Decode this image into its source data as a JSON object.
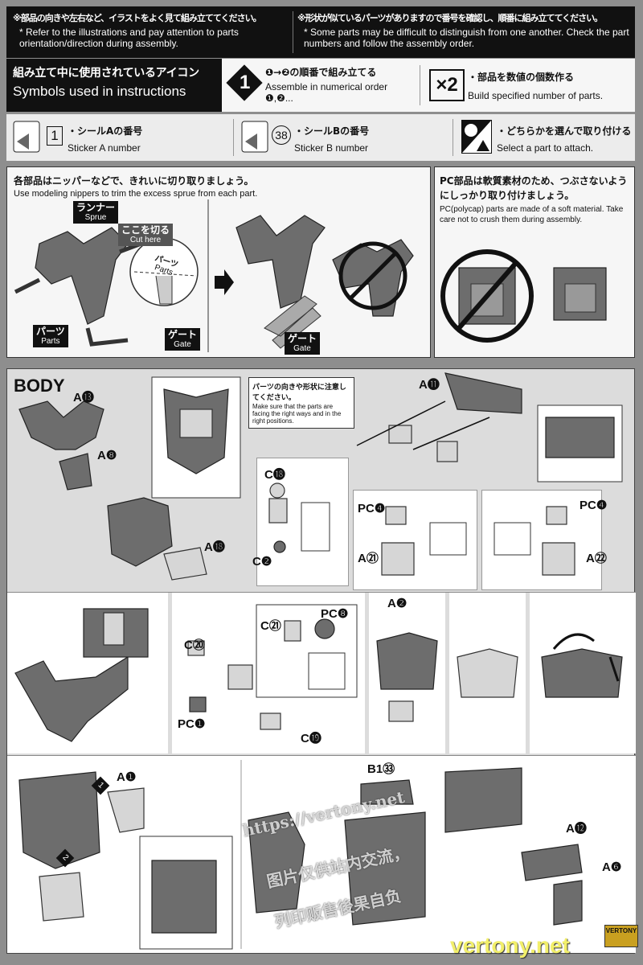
{
  "notes": {
    "left_jp": "※部品の向きや左右など、イラストをよく見て組み立ててください。",
    "left_en": "* Refer to the illustrations and pay attention to parts orientation/direction during assembly.",
    "right_jp": "※形状が似ているパーツがありますので番号を確認し、順番に組み立ててください。",
    "right_en": "* Some parts may be difficult to distinguish from one another. Check the part numbers and follow the assembly order."
  },
  "symbols": {
    "title_jp": "組み立て中に使用されているアイコン",
    "title_en": "Symbols used in instructions",
    "order_num": "1",
    "order_jp": "❶→❷の順番で組み立てる",
    "order_en": "Assemble in numerical order ❶,❷...",
    "multi_num": "×2",
    "multi_jp": "・部品を数値の個数作る",
    "multi_en": "Build specified number of parts.",
    "stickerA_num": "1",
    "stickerA_jp": "・シールAの番号",
    "stickerA_en": "Sticker A number",
    "stickerB_num": "38",
    "stickerB_jp": "・シールBの番号",
    "stickerB_en": "Sticker B number",
    "select_jp": "・どちらかを選んで取り付ける",
    "select_en": "Select a part to attach."
  },
  "nippers": {
    "jp": "各部品はニッパーなどで、きれいに切り取りましょう。",
    "en": "Use modeling nippers to trim the excess sprue from each part.",
    "sprue_jp": "ランナー",
    "sprue_en": "Sprue",
    "cut_jp": "ここを切る",
    "cut_en": "Cut here",
    "parts_jp": "パーツ",
    "parts_en": "Parts",
    "gate_jp": "ゲート",
    "gate_en": "Gate"
  },
  "polycap": {
    "jp": "PC部品は軟質素材のため、つぶさないようにしっかり取り付けましょう。",
    "en": "PC(polycap) parts are made of a soft material. Take care not to crush them during assembly."
  },
  "body": {
    "title": "BODY",
    "caution_jp": "パーツの向きや形状に注意してください。",
    "caution_en": "Make sure that the parts are facing the right ways and in the right positions.",
    "labels": {
      "a13": "A⓭",
      "a8": "A❽",
      "a18": "A⓲",
      "a11": "A⓫",
      "c18": "C⓲",
      "c2": "C❷",
      "pc4a": "PC❹",
      "a21": "A㉑",
      "pc4b": "PC❹",
      "a22": "A㉒",
      "c20": "C⑳",
      "c21": "C㉑",
      "pc8": "PC❽",
      "pc1": "PC❶",
      "c19": "C⓳",
      "a2": "A❷",
      "a1": "A❶",
      "step1": "1",
      "step2": "2",
      "b133": "B1㉝",
      "a12": "A⓬",
      "a6": "A❻"
    }
  },
  "watermark": {
    "url": "https://vertony.net",
    "line1": "图片仅供站内交流，",
    "line2": "列印贩售後果自负",
    "site": "vertony.net",
    "badge": "VERTONY"
  }
}
